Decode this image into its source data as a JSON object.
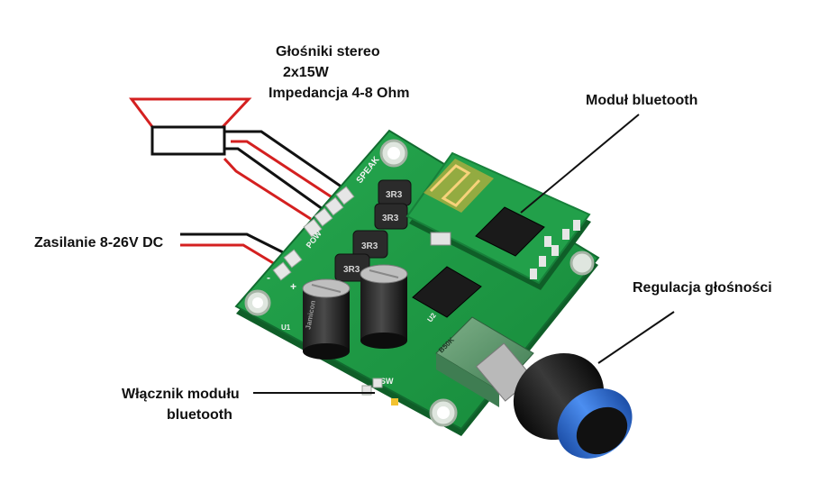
{
  "labels": {
    "speakers_title": "Głośniki stereo",
    "speakers_power": "2x15W",
    "speakers_impedance": "Impedancja 4-8 Ohm",
    "bluetooth_module": "Moduł bluetooth",
    "power_supply": "Zasilanie 8-26V DC",
    "volume_control": "Regulacja głośności",
    "bt_switch_line1": "Włącznik modułu",
    "bt_switch_line2": "bluetooth"
  },
  "silkscreen": {
    "speak": "SPEAK",
    "power": "POW",
    "inductor_marks": [
      "3R3",
      "3R3",
      "3R3",
      "3R3"
    ],
    "capacitor_brand": "Jamicon",
    "sw": "SW",
    "u2": "U2",
    "u1": "U1",
    "pot_code": "B50K",
    "plus": "+",
    "minus": "-"
  },
  "colors": {
    "pcb_green": "#1f9a46",
    "wire_red": "#d42020",
    "wire_black": "#111111",
    "knob_blue": "#2a6fd4"
  }
}
